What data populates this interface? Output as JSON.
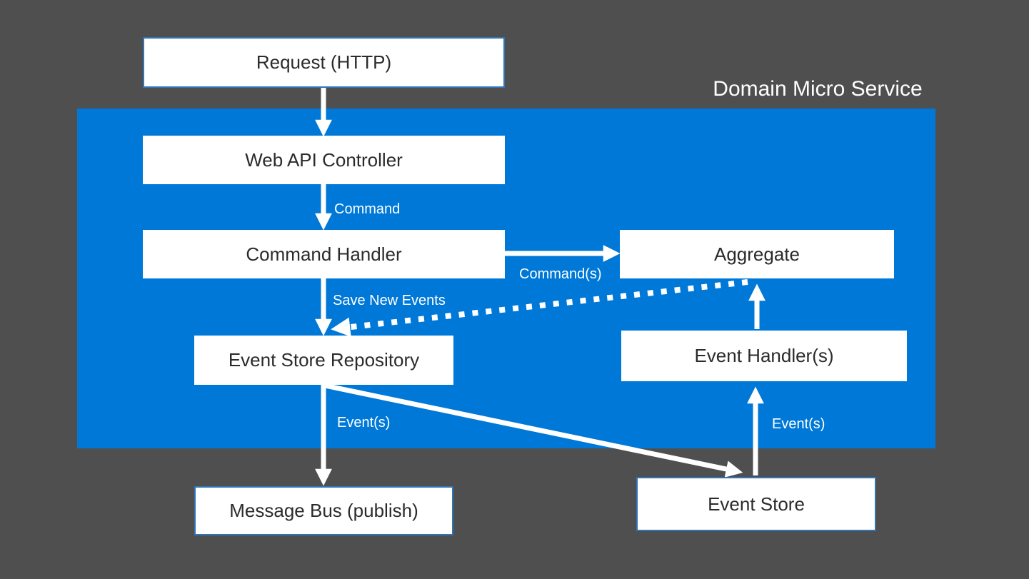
{
  "title": "Domain Micro Service",
  "colors": {
    "background": "#4F4F4F",
    "container": "#0078D7",
    "box_fill": "#FFFFFF",
    "box_border": "#2E75B6",
    "box_text": "#2B2B2B",
    "arrow": "#FFFFFF",
    "label_text": "#FFFFFF"
  },
  "nodes": {
    "request": {
      "label": "Request (HTTP)"
    },
    "web_api_controller": {
      "label": "Web API Controller"
    },
    "command_handler": {
      "label": "Command Handler"
    },
    "aggregate": {
      "label": "Aggregate"
    },
    "event_store_repository": {
      "label": "Event Store Repository"
    },
    "event_handlers": {
      "label": "Event Handler(s)"
    },
    "message_bus": {
      "label": "Message Bus (publish)"
    },
    "event_store": {
      "label": "Event Store"
    }
  },
  "edges": {
    "command": {
      "label": "Command",
      "from": "web_api_controller",
      "to": "command_handler"
    },
    "commands": {
      "label": "Command(s)",
      "from": "command_handler",
      "to": "aggregate"
    },
    "save_new_events": {
      "label": "Save New Events",
      "from": "command_handler",
      "to": "event_store_repository"
    },
    "events_to_message_bus": {
      "label": "Event(s)",
      "from": "event_store_repository",
      "to": "message_bus"
    },
    "events_to_event_handlers": {
      "label": "Event(s)",
      "from": "event_store",
      "to": "event_handlers"
    }
  }
}
